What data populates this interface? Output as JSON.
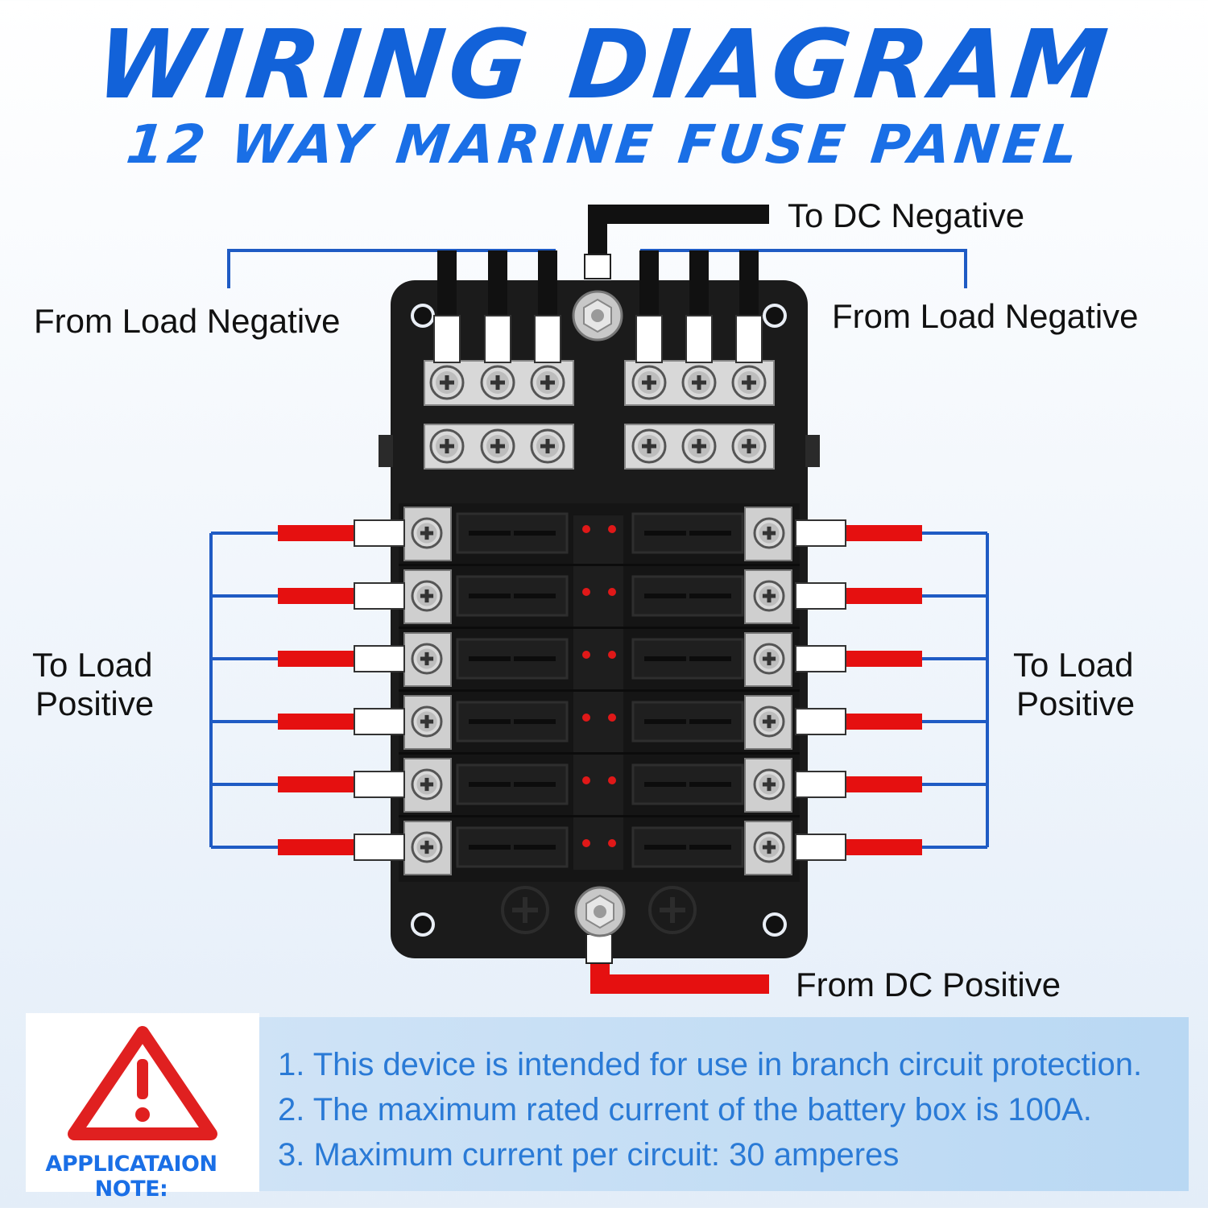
{
  "header": {
    "title": "WIRING DIAGRAM",
    "subtitle": "12 WAY MARINE FUSE PANEL"
  },
  "labels": {
    "to_dc_negative": "To DC Negative",
    "from_load_negative_left": "From Load Negative",
    "from_load_negative_right": "From Load Negative",
    "to_load_positive_left_line1": "To Load",
    "to_load_positive_left_line2": "Positive",
    "to_load_positive_right_line1": "To Load",
    "to_load_positive_right_line2": "Positive",
    "from_dc_positive": "From DC Positive"
  },
  "note": {
    "label": "APPLICATAION NOTE:",
    "icon": "warning-triangle-icon",
    "lines": [
      "1. This device is intended for use in branch circuit protection.",
      "2. The maximum rated current of the battery box is 100A.",
      "3. Maximum current per circuit: 30 amperes"
    ]
  },
  "colors": {
    "title_blue": "#1262d9",
    "bracket_blue": "#1f5bc4",
    "positive_wire": "#e51010",
    "negative_wire": "#111111",
    "panel_body": "#1a1a1a",
    "led": "#e01818",
    "warning_red": "#e02020"
  },
  "panel": {
    "fuse_rows": 6,
    "fuse_columns": 2,
    "negative_terminals_per_side": 3
  }
}
